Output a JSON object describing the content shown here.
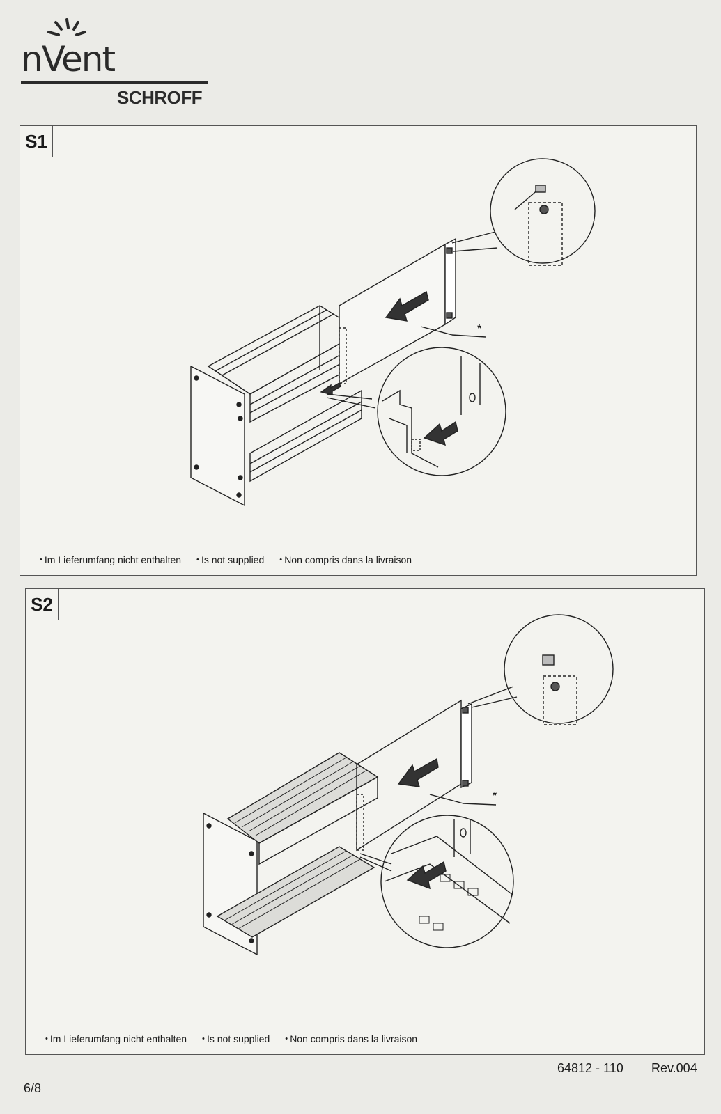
{
  "header": {
    "logo_word": "nVent",
    "logo_brand": "SCHROFF"
  },
  "panels": [
    {
      "label": "S1",
      "notes": [
        "Im Lieferumfang nicht enthalten",
        "Is not supplied",
        "Non compris dans la livraison"
      ],
      "callout_mark": "*",
      "detail_symbol": "O"
    },
    {
      "label": "S2",
      "notes": [
        "Im Lieferumfang nicht enthalten",
        "Is not supplied",
        "Non compris dans la livraison"
      ],
      "callout_mark": "*",
      "detail_symbol": "O"
    }
  ],
  "footer": {
    "doc_number": "64812 - 110",
    "revision": "Rev.004",
    "page": "6/8"
  },
  "colors": {
    "ink": "#1a1a1a",
    "paper": "#f3f3ef",
    "background": "#ebebe7"
  }
}
